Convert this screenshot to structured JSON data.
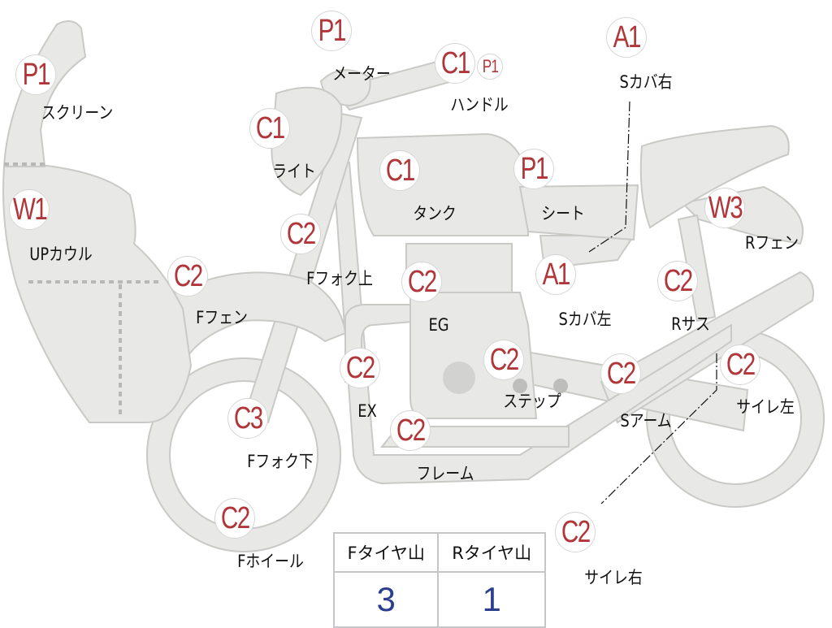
{
  "parts": [
    {
      "code": "P1",
      "label": "スクリーン"
    },
    {
      "code": "W1",
      "label": "UPカウル"
    },
    {
      "code": "P1",
      "label": "メーター"
    },
    {
      "code": "C1",
      "label": "ハンドル",
      "extra_code": "P1"
    },
    {
      "code": "A1",
      "label": "Sカバ右"
    },
    {
      "code": "C1",
      "label": "ライト"
    },
    {
      "code": "C1",
      "label": "タンク"
    },
    {
      "code": "P1",
      "label": "シート"
    },
    {
      "code": "W3",
      "label": "Rフェン"
    },
    {
      "code": "C2",
      "label": "Fフォク上"
    },
    {
      "code": "C2",
      "label": "EG"
    },
    {
      "code": "A1",
      "label": "Sカバ左"
    },
    {
      "code": "C2",
      "label": "Rサス"
    },
    {
      "code": "C2",
      "label": "Fフェン"
    },
    {
      "code": "C2",
      "label": "EX"
    },
    {
      "code": "C2",
      "label": "ステップ"
    },
    {
      "code": "C2",
      "label": "Sアーム"
    },
    {
      "code": "C2",
      "label": "サイレ左"
    },
    {
      "code": "C3",
      "label": "Fフォク下"
    },
    {
      "code": "C2",
      "label": "フレーム"
    },
    {
      "code": "C2",
      "label": "Fホイール"
    },
    {
      "code": "C2",
      "label": "サイレ右"
    }
  ],
  "tyre_table": {
    "headers": [
      "Fタイヤ山",
      "Rタイヤ山"
    ],
    "values": [
      "3",
      "1"
    ]
  },
  "colors": {
    "badge_text": "#b0363a",
    "body_fill": "#e8e8e6",
    "body_stroke": "#c9c9c6",
    "tyre_value": "#2b3f8e"
  }
}
